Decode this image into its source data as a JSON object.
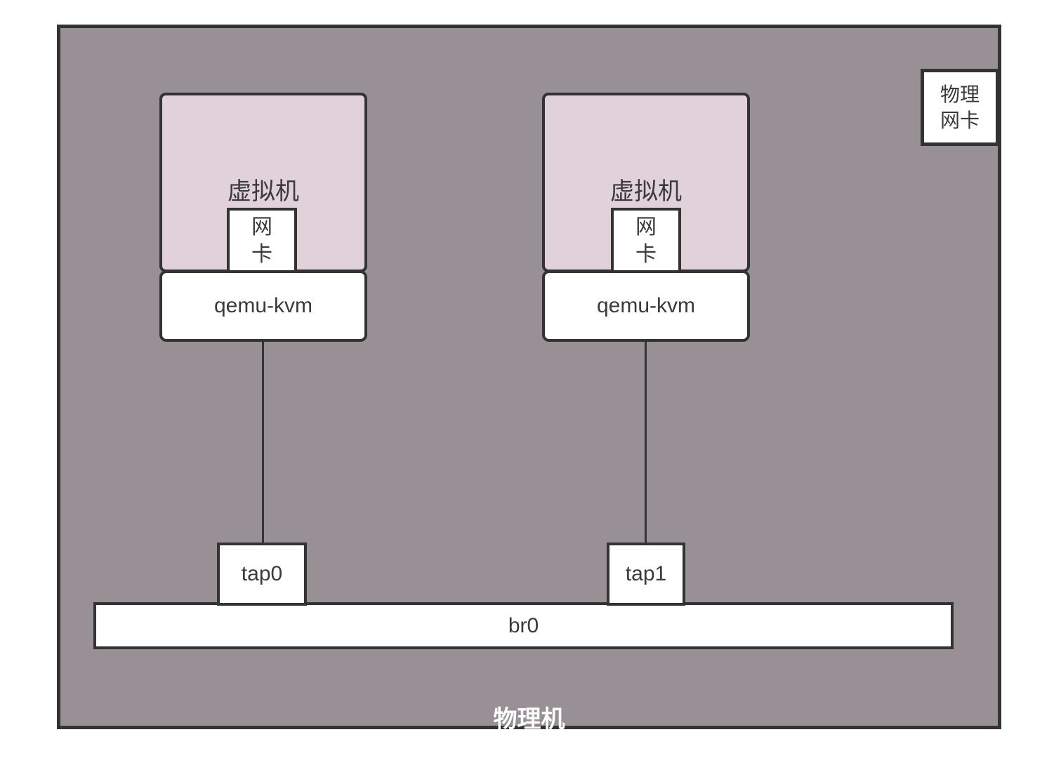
{
  "diagram": {
    "title_note": "KVM bridged networking diagram",
    "host": {
      "label": "物理机"
    },
    "physical_nic": {
      "label": "物理\n网卡"
    },
    "bridge": {
      "label": "br0"
    },
    "vms": [
      {
        "vm_label": "虚拟机",
        "nic_label": "网\n卡",
        "hypervisor_label": "qemu-kvm",
        "tap_label": "tap0"
      },
      {
        "vm_label": "虚拟机",
        "nic_label": "网\n卡",
        "hypervisor_label": "qemu-kvm",
        "tap_label": "tap1"
      }
    ],
    "colors": {
      "host_background": "#989094",
      "vm_background": "#e0d2d8",
      "border": "#333333",
      "box_background": "#ffffff",
      "text": "#3a3a3a",
      "host_label_text": "#ffffff"
    }
  }
}
